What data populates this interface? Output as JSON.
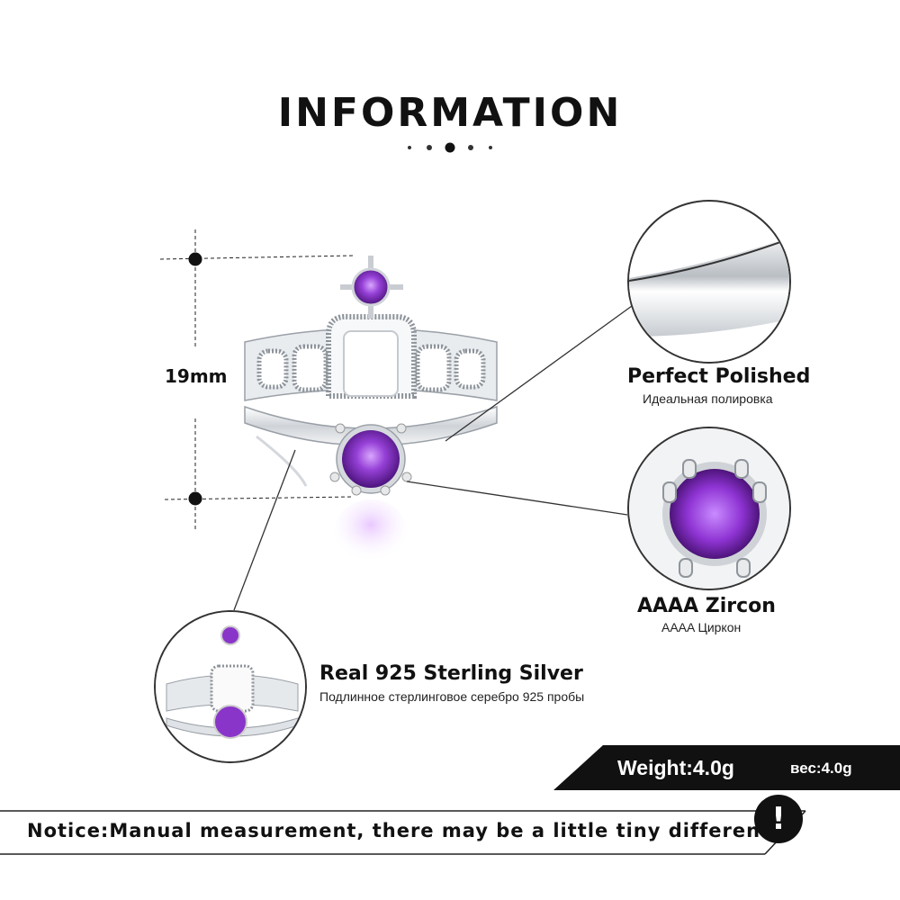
{
  "header": {
    "title": "INFORMATION"
  },
  "dimension": {
    "height_label": "19mm"
  },
  "features": {
    "polished": {
      "title": "Perfect  Polished",
      "subtitle": "Идеальная полировка"
    },
    "zircon": {
      "title": "AAAA  Zircon",
      "subtitle": "AAAA Циркон"
    },
    "silver": {
      "title": "Real 925  Sterling  Silver",
      "subtitle": "Подлинное стерлинговое серебро 925 пробы"
    }
  },
  "weight": {
    "label": "Weight:4.0g",
    "label_ru": "вес:4.0g"
  },
  "notice": {
    "text": "Notice:Manual measurement, there may be a little tiny difference.",
    "icon_symbol": "!"
  },
  "colors": {
    "accent_purple": "#8a35c9",
    "dark": "#111111",
    "silver": "#d9dde2"
  }
}
